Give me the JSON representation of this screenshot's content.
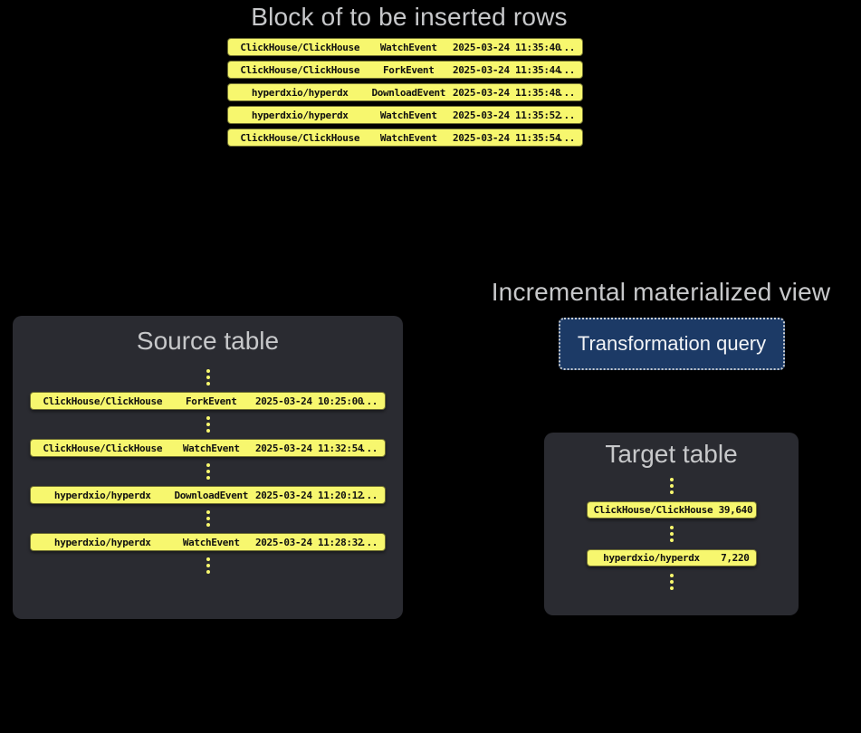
{
  "colors": {
    "background": "#000000",
    "panel": "#2a2b31",
    "row_yellow": "#f7f76e",
    "row_text": "#101010",
    "title_gray": "#c7c8ca",
    "button_bg": "#1c3a66",
    "button_border": "#c9cdd2",
    "button_text": "#f2f4f7"
  },
  "insert_block": {
    "title": "Block of to be inserted rows",
    "rows": [
      {
        "repo": "ClickHouse/ClickHouse",
        "event": "WatchEvent",
        "timestamp": "2025-03-24 11:35:40",
        "more": "..."
      },
      {
        "repo": "ClickHouse/ClickHouse",
        "event": "ForkEvent",
        "timestamp": "2025-03-24 11:35:44",
        "more": "..."
      },
      {
        "repo": "hyperdxio/hyperdx",
        "event": "DownloadEvent",
        "timestamp": "2025-03-24 11:35:48",
        "more": "..."
      },
      {
        "repo": "hyperdxio/hyperdx",
        "event": "WatchEvent",
        "timestamp": "2025-03-24 11:35:52",
        "more": "..."
      },
      {
        "repo": "ClickHouse/ClickHouse",
        "event": "WatchEvent",
        "timestamp": "2025-03-24 11:35:54",
        "more": "..."
      }
    ]
  },
  "source_table": {
    "title": "Source table",
    "rows": [
      {
        "repo": "ClickHouse/ClickHouse",
        "event": "ForkEvent",
        "timestamp": "2025-03-24 10:25:00",
        "more": "..."
      },
      {
        "repo": "ClickHouse/ClickHouse",
        "event": "WatchEvent",
        "timestamp": "2025-03-24 11:32:54",
        "more": "..."
      },
      {
        "repo": "hyperdxio/hyperdx",
        "event": "DownloadEvent",
        "timestamp": "2025-03-24 11:20:12",
        "more": "..."
      },
      {
        "repo": "hyperdxio/hyperdx",
        "event": "WatchEvent",
        "timestamp": "2025-03-24 11:28:32",
        "more": "..."
      }
    ]
  },
  "materialized_view": {
    "title": "Incremental materialized view",
    "button_label": "Transformation query"
  },
  "target_table": {
    "title": "Target table",
    "rows": [
      {
        "repo": "ClickHouse/ClickHouse",
        "count": "39,640"
      },
      {
        "repo": "hyperdxio/hyperdx",
        "count": "7,220"
      }
    ]
  }
}
